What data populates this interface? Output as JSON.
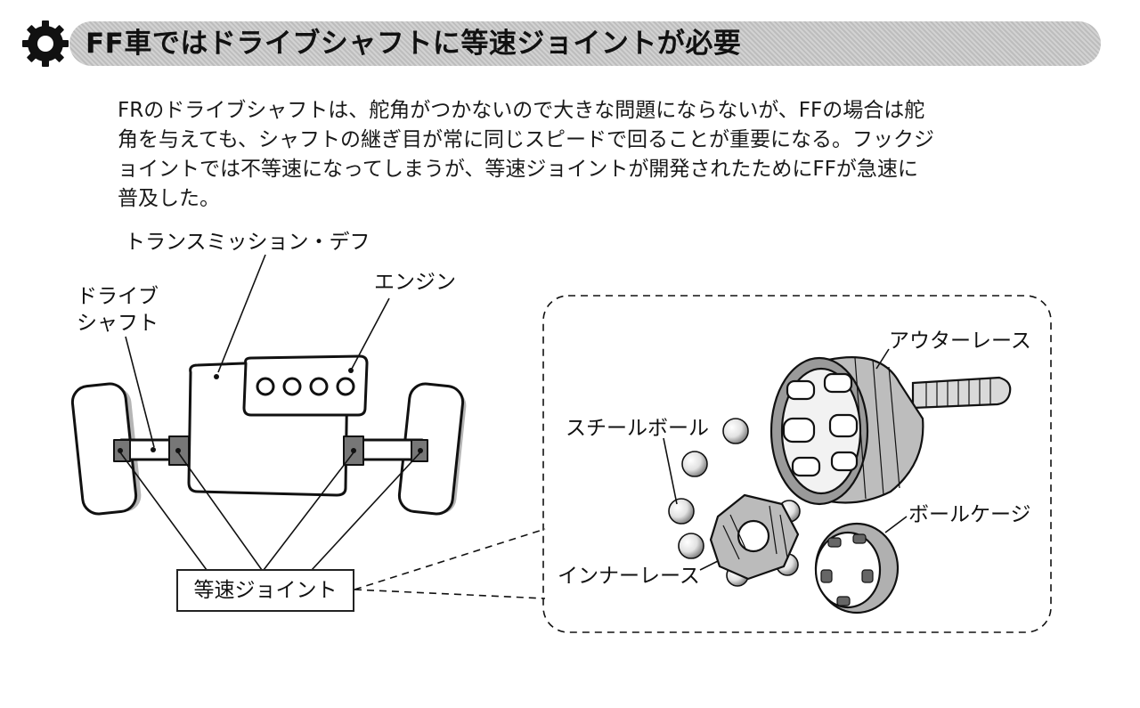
{
  "header": {
    "title": "FF車ではドライブシャフトに等速ジョイントが必要",
    "icon": "gear-icon"
  },
  "body": {
    "lines": [
      "FRのドライブシャフトは、舵角がつかないので大きな問題にならないが、FFの場合は舵",
      "角を与えても、シャフトの継ぎ目が常に同じスピードで回ることが重要になる。フックジ",
      "ョイントでは不等速になってしまうが、等速ジョイントが開発されたためにFFが急速に",
      "普及した。"
    ]
  },
  "diagram": {
    "labels": {
      "transmission": "トランスミッション・デフ",
      "engine": "エンジン",
      "driveshaft_1": "ドライブ",
      "driveshaft_2": "シャフト",
      "cv_joint": "等速ジョイント",
      "outer_race": "アウターレース",
      "steel_ball": "スチールボール",
      "ball_cage": "ボールケージ",
      "inner_race": "インナーレース"
    }
  },
  "colors": {
    "header_bar": "#c8c8c8",
    "ink": "#111111",
    "tire_shadow": "#b5b5b5"
  }
}
